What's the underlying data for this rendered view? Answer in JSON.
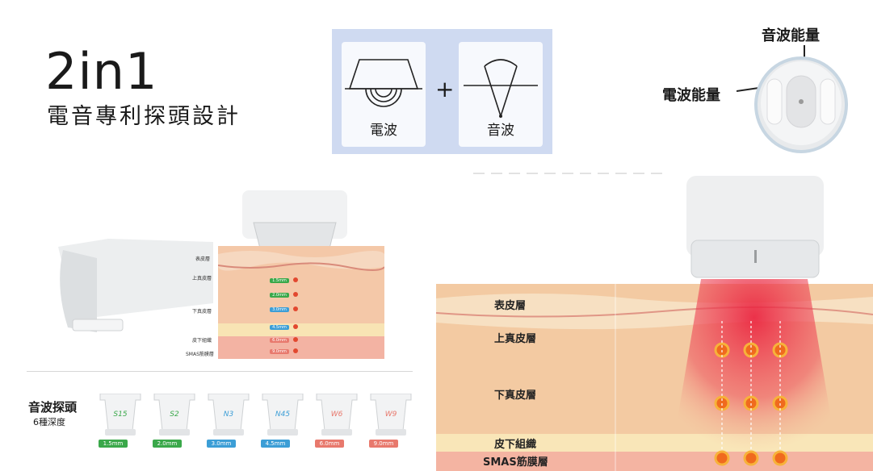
{
  "title": {
    "main": "2in1",
    "sub": "電音專利探頭設計"
  },
  "icons": {
    "left_label": "電波",
    "right_label": "音波",
    "plus": "+"
  },
  "probe_head": {
    "top_label": "音波能量",
    "left_label": "電波能量"
  },
  "left_diagram": {
    "layers": [
      "表皮層",
      "上真皮層",
      "下真皮層",
      "皮下組織",
      "SMAS筋膜層"
    ],
    "depths": [
      "1.5mm",
      "2.0mm",
      "3.0mm",
      "4.5mm",
      "6.0mm",
      "9.0mm"
    ]
  },
  "probes_section": {
    "title": "音波探頭",
    "subtitle": "6種深度",
    "probes": [
      {
        "code": "S15",
        "depth": "1.5mm",
        "color": "#3aa84a"
      },
      {
        "code": "S2",
        "depth": "2.0mm",
        "color": "#3aa84a"
      },
      {
        "code": "N3",
        "depth": "3.0mm",
        "color": "#3c9ed6"
      },
      {
        "code": "N45",
        "depth": "4.5mm",
        "color": "#3c9ed6"
      },
      {
        "code": "W6",
        "depth": "6.0mm",
        "color": "#e8796d"
      },
      {
        "code": "W9",
        "depth": "9.0mm",
        "color": "#e8796d"
      }
    ]
  },
  "right_diagram": {
    "layers": [
      "表皮層",
      "上真皮層",
      "下真皮層",
      "皮下組織",
      "SMAS筋膜層"
    ]
  }
}
